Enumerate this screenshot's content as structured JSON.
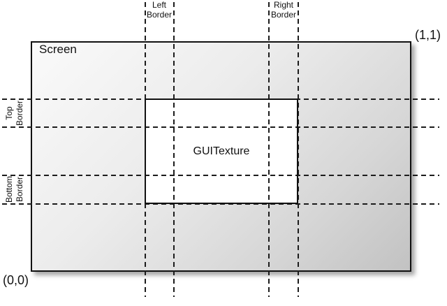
{
  "labels": {
    "screen": "Screen",
    "guitexture": "GUITexture",
    "origin": "(0,0)",
    "top_right": "(1,1)",
    "left_border": {
      "line1": "Left",
      "line2": "Border"
    },
    "right_border": {
      "line1": "Right",
      "line2": "Border"
    },
    "top_border": {
      "line1": "Top",
      "line2": "Border"
    },
    "bottom_border": {
      "line1": "Bottom",
      "line2": "Border"
    }
  },
  "colors": {
    "background": "#ffffff",
    "screen_gradient_top_left": "#fafafa",
    "screen_gradient_bottom_right": "#c2c2c2",
    "outline": "#111111",
    "guide_line": "#1c1c1c",
    "guitexture_fill": "#ffffff",
    "text": "#111111"
  }
}
